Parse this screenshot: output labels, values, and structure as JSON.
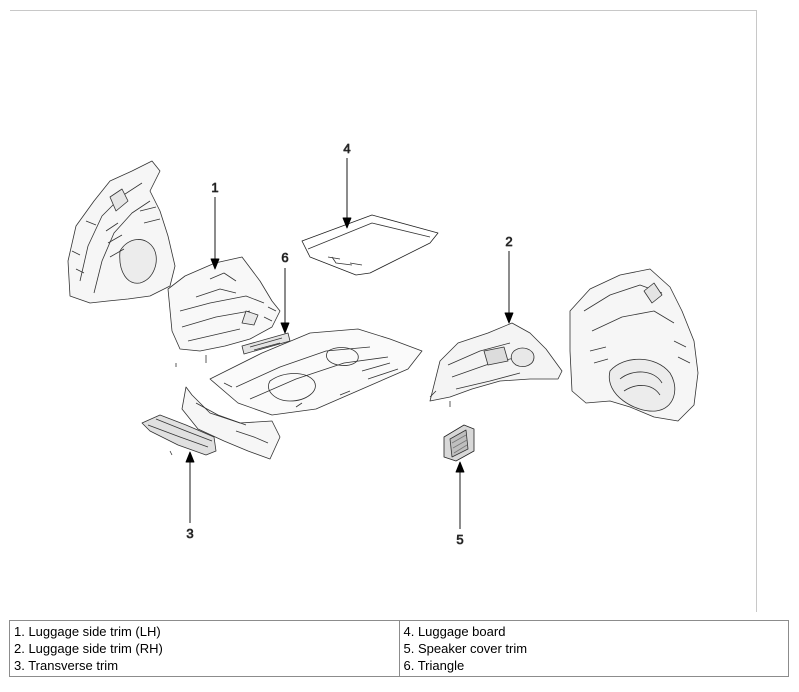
{
  "callouts": {
    "c1": "1",
    "c2": "2",
    "c3": "3",
    "c4": "4",
    "c5": "5",
    "c6": "6"
  },
  "legend": {
    "left": [
      "1. Luggage side trim (LH)",
      "2. Luggage side trim (RH)",
      "3. Transverse trim"
    ],
    "right": [
      "4. Luggage board",
      "5. Speaker cover trim",
      "6. Triangle"
    ]
  }
}
